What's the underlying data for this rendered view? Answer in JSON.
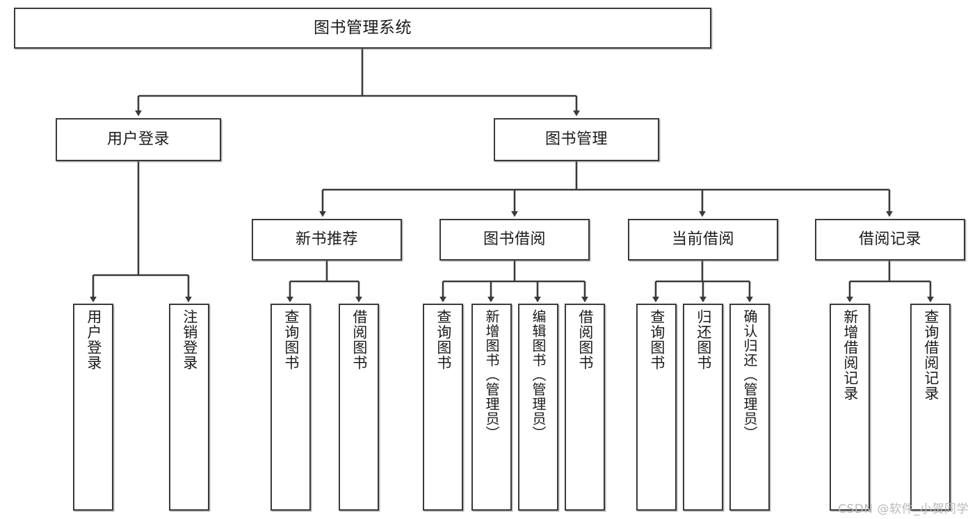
{
  "diagram": {
    "title": "图书管理系统",
    "type": "tree",
    "style": {
      "box_fill": "#ffffff",
      "box_stroke": "#3a3a3a",
      "line_color": "#3a3a3a",
      "text_color": "#1b1b1b",
      "background": "#ffffff",
      "watermark_color": "#b9b9b9"
    },
    "nodes": {
      "root": {
        "label": "图书管理系统"
      },
      "level1": [
        {
          "label": "用户登录"
        },
        {
          "label": "图书管理"
        }
      ],
      "level2": [
        {
          "label": "新书推荐"
        },
        {
          "label": "图书借阅"
        },
        {
          "label": "当前借阅"
        },
        {
          "label": "借阅记录"
        }
      ],
      "leaves": {
        "user_login": [
          {
            "label": "用户登录"
          },
          {
            "label": "注销登录"
          }
        ],
        "new_book_recommend": [
          {
            "label": "查询图书"
          },
          {
            "label": "借阅图书"
          }
        ],
        "book_borrow": [
          {
            "label": "查询图书"
          },
          {
            "label": "新增图书（管理员）"
          },
          {
            "label": "编辑图书（管理员）"
          },
          {
            "label": "借阅图书"
          }
        ],
        "current_borrow": [
          {
            "label": "查询图书"
          },
          {
            "label": "归还图书"
          },
          {
            "label": "确认归还（管理员）"
          }
        ],
        "borrow_record": [
          {
            "label": "新增借阅记录"
          },
          {
            "label": "查询借阅记录"
          }
        ]
      }
    },
    "edges": [
      {
        "from": "图书管理系统",
        "to": "用户登录"
      },
      {
        "from": "图书管理系统",
        "to": "图书管理"
      },
      {
        "from": "图书管理",
        "to": "新书推荐"
      },
      {
        "from": "图书管理",
        "to": "图书借阅"
      },
      {
        "from": "图书管理",
        "to": "当前借阅"
      },
      {
        "from": "图书管理",
        "to": "借阅记录"
      },
      {
        "from": "用户登录",
        "to": "用户登录"
      },
      {
        "from": "用户登录",
        "to": "注销登录"
      },
      {
        "from": "新书推荐",
        "to": "查询图书"
      },
      {
        "from": "新书推荐",
        "to": "借阅图书"
      },
      {
        "from": "图书借阅",
        "to": "查询图书"
      },
      {
        "from": "图书借阅",
        "to": "新增图书（管理员）"
      },
      {
        "from": "图书借阅",
        "to": "编辑图书（管理员）"
      },
      {
        "from": "图书借阅",
        "to": "借阅图书"
      },
      {
        "from": "当前借阅",
        "to": "查询图书"
      },
      {
        "from": "当前借阅",
        "to": "归还图书"
      },
      {
        "from": "当前借阅",
        "to": "确认归还（管理员）"
      },
      {
        "from": "借阅记录",
        "to": "新增借阅记录"
      },
      {
        "from": "借阅记录",
        "to": "查询借阅记录"
      }
    ]
  },
  "watermark": {
    "text": "CSDN @软件_小贺同学"
  }
}
